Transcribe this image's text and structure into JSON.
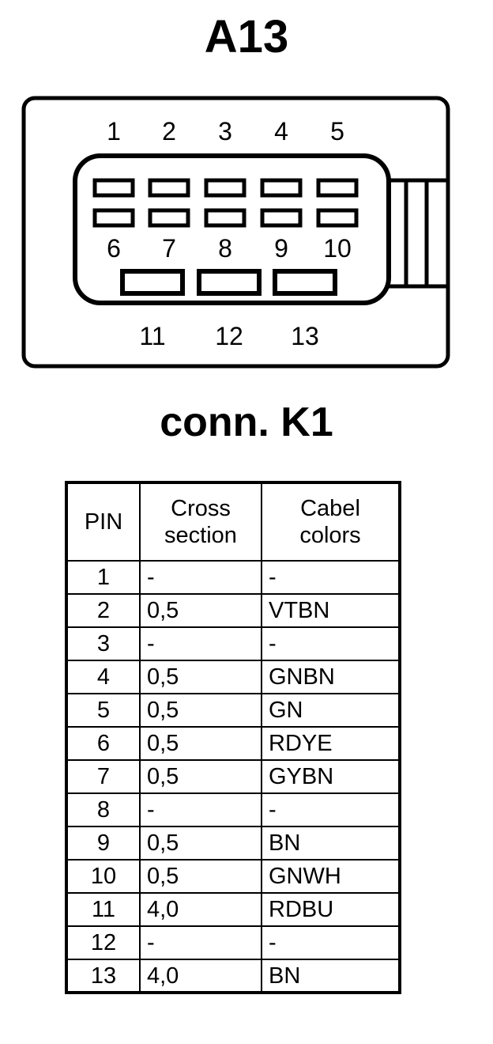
{
  "header": {
    "connector_id": "A13",
    "connector_name": "conn. K1"
  },
  "connector": {
    "top_row_labels": [
      "1",
      "2",
      "3",
      "4",
      "5"
    ],
    "middle_row_labels": [
      "6",
      "7",
      "8",
      "9",
      "10"
    ],
    "bottom_row_labels": [
      "11",
      "12",
      "13"
    ],
    "latch_segments": 3,
    "line_color": "#000000",
    "fill_color": "#ffffff"
  },
  "table": {
    "columns": [
      "PIN",
      "Cross section",
      "Cabel colors"
    ],
    "column_lines": [
      [
        "PIN"
      ],
      [
        "Cross",
        "section"
      ],
      [
        "Cabel",
        "colors"
      ]
    ],
    "rows": [
      {
        "pin": "1",
        "cross": "-",
        "color": "-"
      },
      {
        "pin": "2",
        "cross": "0,5",
        "color": "VTBN"
      },
      {
        "pin": "3",
        "cross": "-",
        "color": "-"
      },
      {
        "pin": "4",
        "cross": "0,5",
        "color": "GNBN"
      },
      {
        "pin": "5",
        "cross": "0,5",
        "color": "GN"
      },
      {
        "pin": "6",
        "cross": "0,5",
        "color": "RDYE"
      },
      {
        "pin": "7",
        "cross": "0,5",
        "color": "GYBN"
      },
      {
        "pin": "8",
        "cross": "-",
        "color": "-"
      },
      {
        "pin": "9",
        "cross": "0,5",
        "color": "BN"
      },
      {
        "pin": "10",
        "cross": "0,5",
        "color": "GNWH"
      },
      {
        "pin": "11",
        "cross": "4,0",
        "color": "RDBU"
      },
      {
        "pin": "12",
        "cross": "-",
        "color": "-"
      },
      {
        "pin": "13",
        "cross": "4,0",
        "color": "BN"
      }
    ]
  }
}
